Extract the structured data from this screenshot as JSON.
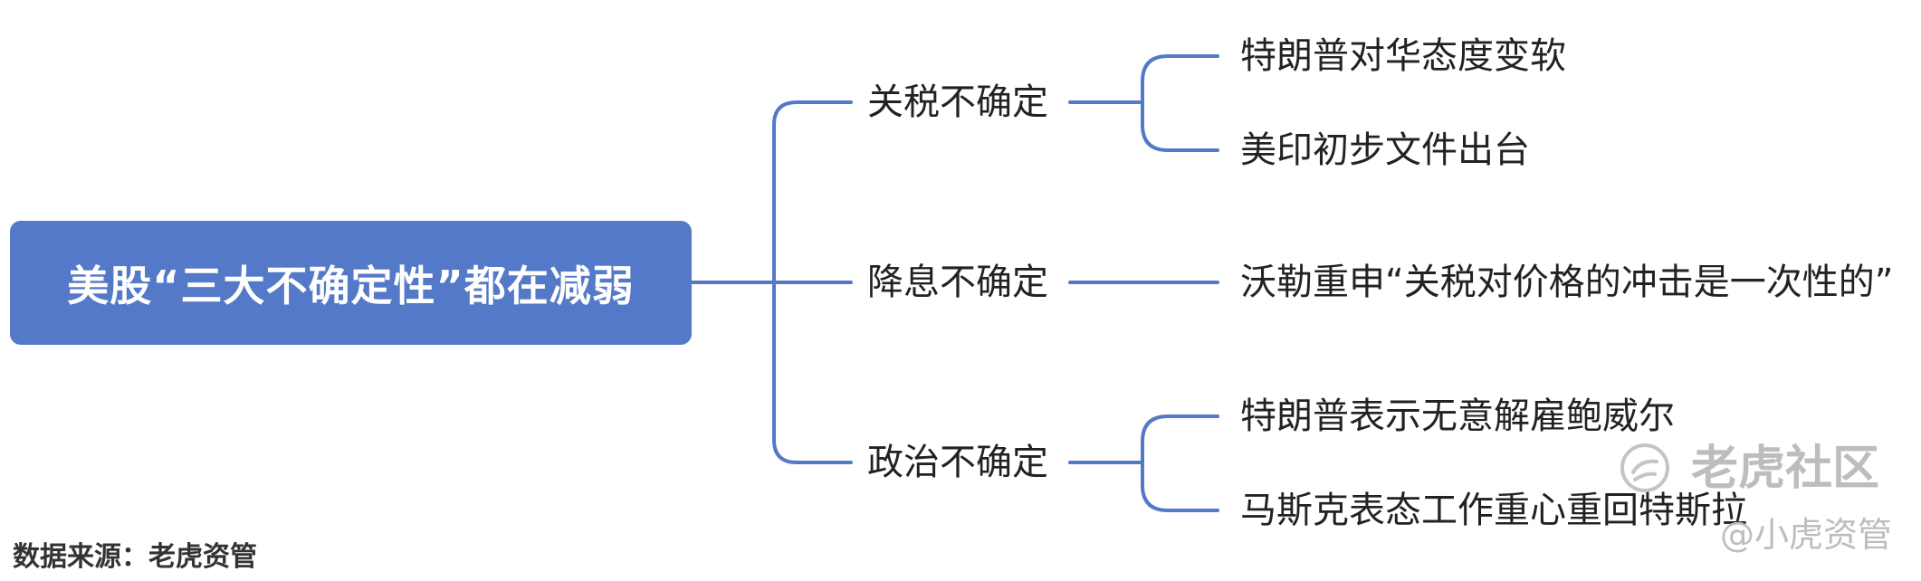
{
  "root": {
    "label": "美股“三大不确定性”都在减弱"
  },
  "branches": [
    {
      "label": "关税不确定",
      "children": [
        "特朗普对华态度变软",
        "美印初步文件出台"
      ]
    },
    {
      "label": "降息不确定",
      "children": [
        "沃勒重申“关税对价格的冲击是一次性的”"
      ]
    },
    {
      "label": "政治不确定",
      "children": [
        "特朗普表示无意解雇鲍威尔",
        "马斯克表态工作重心重回特斯拉"
      ]
    }
  ],
  "source_note": "数据来源：老虎资管",
  "watermark": {
    "brand": "老虎社区",
    "handle": "@小虎资管"
  },
  "colors": {
    "root_fill": "#5479c8",
    "connector": "#5479c8",
    "text": "#222222",
    "watermark": "#bdbdbd"
  }
}
